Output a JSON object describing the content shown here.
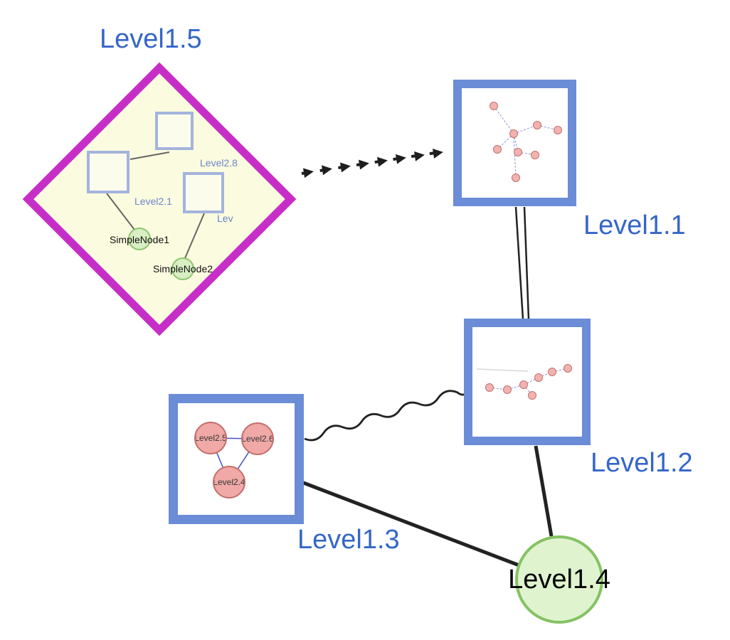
{
  "diagram": {
    "type": "nested-graph",
    "colors": {
      "label_blue": "#3566C8",
      "group_box_border": "#6B8CD6",
      "diamond_border": "#C72EC7",
      "diamond_fill": "#FBFBDF",
      "green_node_fill": "#DFF4CE",
      "green_node_border": "#85C264",
      "pink_node_fill": "#F0A9A6",
      "pink_node_border": "#C4706C",
      "inner_square_border": "#A3B4DC",
      "inner_edge_blue": "#4450C0",
      "edge_black": "#222222"
    },
    "nodes": {
      "level1_1": {
        "label": "Level1.1",
        "shape": "square-group"
      },
      "level1_2": {
        "label": "Level1.2",
        "shape": "square-group"
      },
      "level1_3": {
        "label": "Level1.3",
        "shape": "square-group"
      },
      "level1_4": {
        "label": "Level1.4",
        "shape": "circle"
      },
      "level1_5": {
        "label": "Level1.5",
        "shape": "diamond-group"
      }
    },
    "level1_5_children": {
      "level2_8": {
        "label": "Level2.8"
      },
      "level2_1": {
        "label": "Level2.1"
      },
      "level2_truncated": {
        "label": "Lev"
      },
      "simple_node1": {
        "label": "SimpleNode1"
      },
      "simple_node2": {
        "label": "SimpleNode2"
      }
    },
    "level1_3_children": {
      "level2_5": {
        "label": "Level2.5"
      },
      "level2_6": {
        "label": "Level2.6"
      },
      "level2_4": {
        "label": "Level2.4"
      }
    },
    "edges": [
      {
        "from": "Level1.5",
        "to": "Level1.1",
        "style": "dashed-arrowheads"
      },
      {
        "from": "Level1.1",
        "to": "Level1.2",
        "style": "double-line"
      },
      {
        "from": "Level1.3",
        "to": "Level1.2",
        "style": "wavy"
      },
      {
        "from": "Level1.3",
        "to": "Level1.4",
        "style": "solid"
      },
      {
        "from": "Level1.2",
        "to": "Level1.4",
        "style": "solid"
      }
    ]
  }
}
